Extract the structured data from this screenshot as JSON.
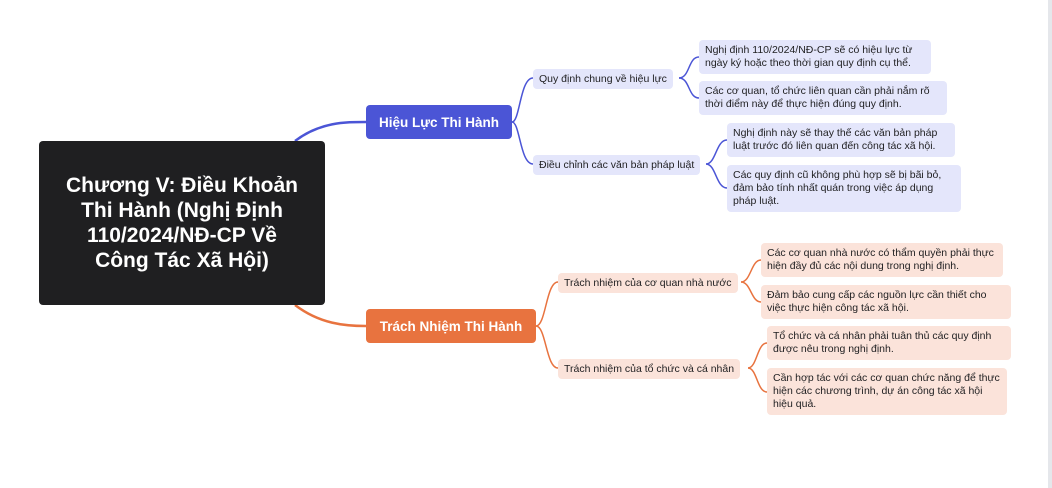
{
  "root": {
    "title": "Chương V: Điều Khoản Thi Hành (Nghị Định 110/2024/NĐ-CP Về Công Tác Xã Hội)"
  },
  "colors": {
    "blue": "#4b55d6",
    "orange": "#e8733f",
    "dark": "#1f1f21"
  },
  "branches": [
    {
      "label": "Hiệu Lực Thi Hành",
      "color": "#4b55d6",
      "children": [
        {
          "label": "Quy định chung về hiệu lực",
          "leaves": [
            "Nghị định 110/2024/NĐ-CP sẽ có hiệu lực từ ngày ký hoặc theo thời gian quy định cụ thể.",
            "Các cơ quan, tổ chức liên quan cần phải nắm rõ thời điểm này để thực hiện đúng quy định."
          ]
        },
        {
          "label": "Điều chỉnh các văn bản pháp luật",
          "leaves": [
            "Nghị định này sẽ thay thế các văn bản pháp luật trước đó liên quan đến công tác xã hội.",
            "Các quy định cũ không phù hợp sẽ bị bãi bỏ, đảm bảo tính nhất quán trong việc áp dụng pháp luật."
          ]
        }
      ]
    },
    {
      "label": "Trách Nhiệm Thi Hành",
      "color": "#e8733f",
      "children": [
        {
          "label": "Trách nhiệm của cơ quan nhà nước",
          "leaves": [
            "Các cơ quan nhà nước có thẩm quyền phải thực hiện đầy đủ các nội dung trong nghị định.",
            "Đảm bảo cung cấp các nguồn lực cần thiết cho việc thực hiện công tác xã hội."
          ]
        },
        {
          "label": "Trách nhiệm của tổ chức và cá nhân",
          "leaves": [
            "Tổ chức và cá nhân phải tuân thủ các quy định được nêu trong nghị định.",
            "Cần hợp tác với các cơ quan chức năng để thực hiện các chương trình, dự án công tác xã hội hiệu quả."
          ]
        }
      ]
    }
  ]
}
